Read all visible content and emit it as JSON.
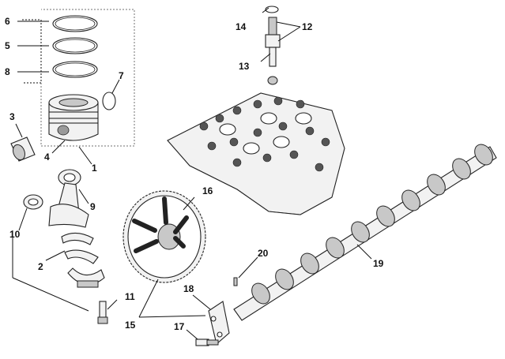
{
  "labels": {
    "l1": "1",
    "l2": "2",
    "l3": "3",
    "l4": "4",
    "l5": "5",
    "l6": "6",
    "l7": "7",
    "l8": "8",
    "l9": "9",
    "l10": "10",
    "l11": "11",
    "l12": "12",
    "l13": "13",
    "l14": "14",
    "l15": "15",
    "l16": "16",
    "l17": "17",
    "l18": "18",
    "l19": "19",
    "l20": "20"
  },
  "colors": {
    "ink": "#111111",
    "fill": "#f2f2f2",
    "shade": "#9a9a9a"
  }
}
